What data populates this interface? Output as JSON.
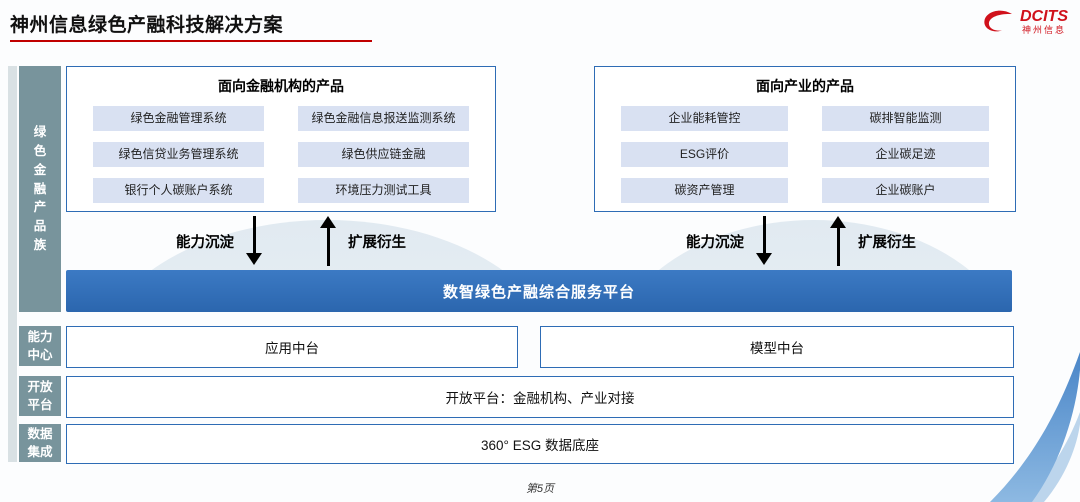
{
  "colors": {
    "accent_blue": "#2e6cb5",
    "platform_blue": "#2f6db8",
    "sidebar_teal": "#78949c",
    "item_bg": "#d9e1f2",
    "logo_red": "#d0111b",
    "title_accent_red": "#c00000"
  },
  "header": {
    "title": "神州信息绿色产融科技解决方案",
    "logo_brand": "DCITS",
    "logo_sub": "神州信息"
  },
  "sidebar": {
    "product_family": "绿色金融产品族",
    "capability_center": "能力中心",
    "open_platform": "开放平台",
    "data_integration": "数据集成"
  },
  "finance_box": {
    "title": "面向金融机构的产品",
    "items": [
      "绿色金融管理系统",
      "绿色金融信息报送监测系统",
      "绿色信贷业务管理系统",
      "绿色供应链金融",
      "银行个人碳账户系统",
      "环境压力测试工具"
    ]
  },
  "industry_box": {
    "title": "面向产业的产品",
    "items": [
      "企业能耗管控",
      "碳排智能监测",
      "ESG评价",
      "企业碳足迹",
      "碳资产管理",
      "企业碳账户"
    ]
  },
  "arrows": {
    "down_label": "能力沉淀",
    "up_label": "扩展衍生"
  },
  "platform": {
    "label": "数智绿色产融综合服务平台"
  },
  "capability_row": {
    "left": "应用中台",
    "right": "模型中台"
  },
  "open_row": {
    "label": "开放平台：金融机构、产业对接"
  },
  "data_row": {
    "label": "360° ESG 数据底座"
  },
  "footer": {
    "page": "第5页"
  }
}
